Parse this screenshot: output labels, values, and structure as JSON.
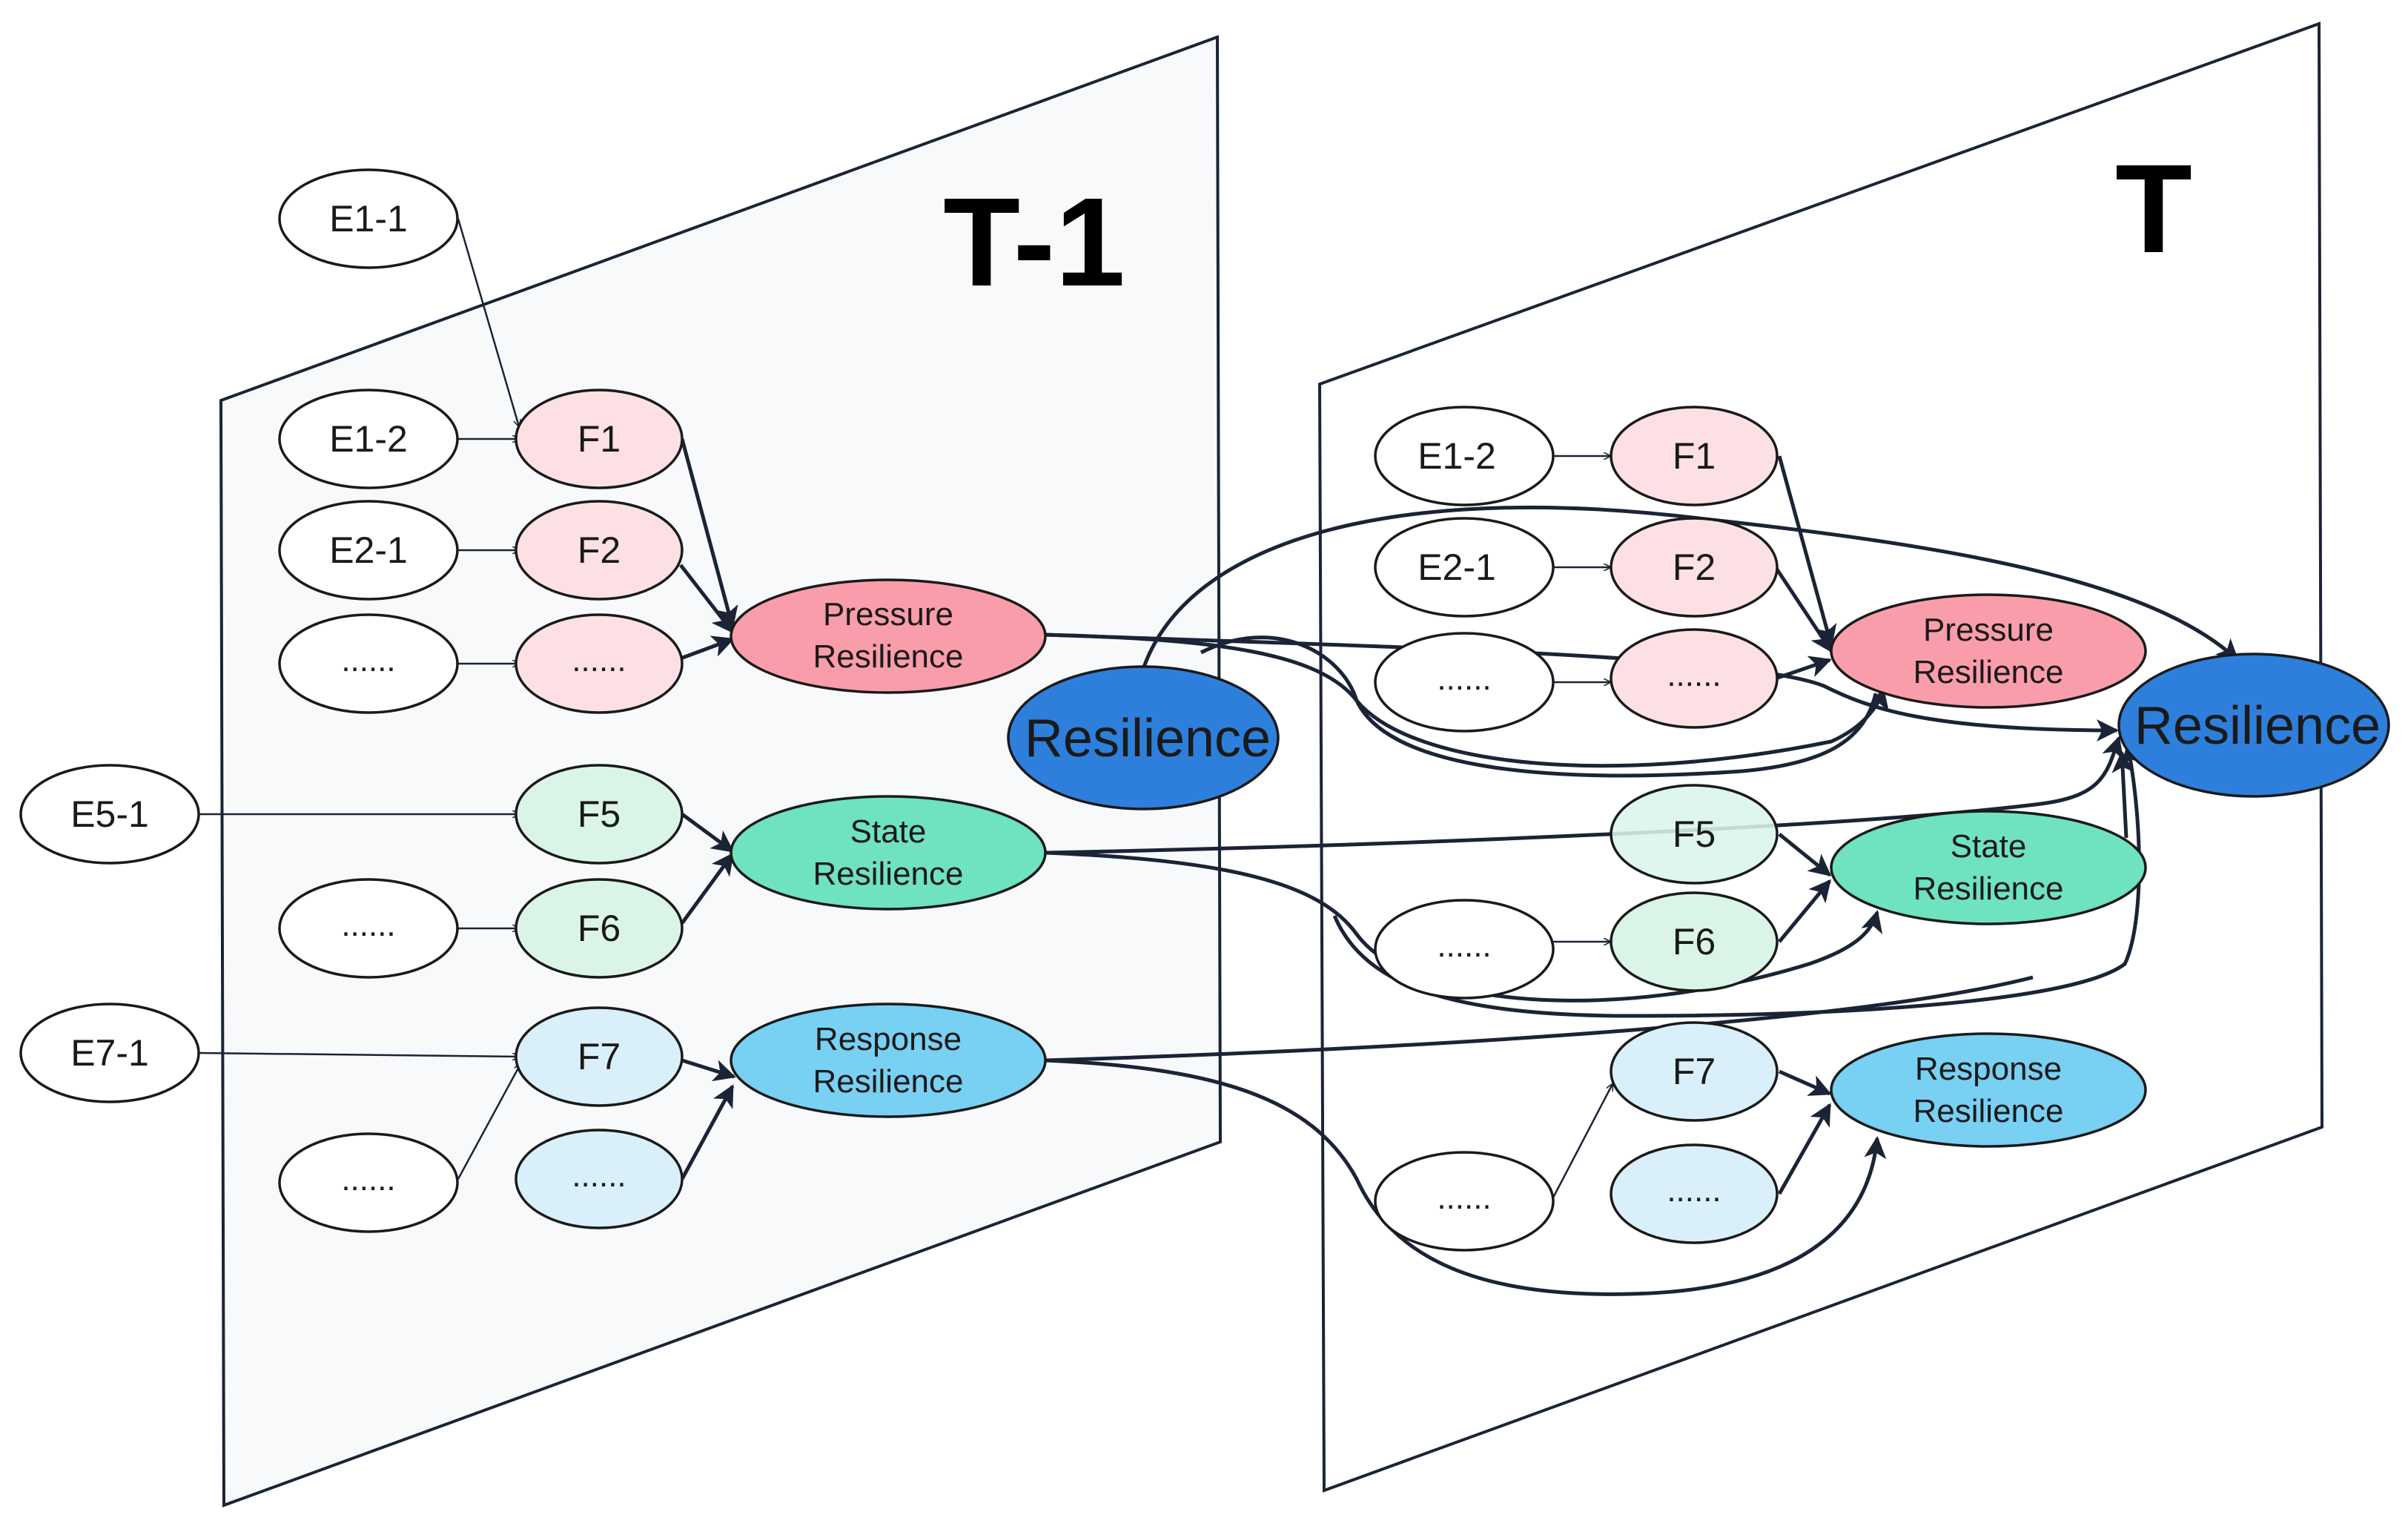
{
  "colors": {
    "panel_t1_fill": "#f8f9fb",
    "panel_t_fill": "#ffffff",
    "pressure_f": "#fde0e4",
    "pressure_r": "#fa9dab",
    "state_f": "#daf5e8",
    "state_r": "#6fe2bf",
    "response_f": "#d9eff9",
    "response_r": "#78d0f3",
    "resilience": "#2d7fdb",
    "plain": "#ffffff"
  },
  "panels": {
    "t_minus_1": {
      "title": "T-1"
    },
    "t": {
      "title": "T"
    }
  },
  "nodes": {
    "a_e11": {
      "label": "E1-1"
    },
    "a_e12": {
      "label": "E1-2"
    },
    "a_e21": {
      "label": "E2-1"
    },
    "a_edots": {
      "label": "......"
    },
    "a_f1": {
      "label": "F1"
    },
    "a_f2": {
      "label": "F2"
    },
    "a_fdots": {
      "label": "......"
    },
    "a_pressure": {
      "label_line1": "Pressure",
      "label_line2": "Resilience"
    },
    "e51": {
      "label": "E5-1"
    },
    "a_f5": {
      "label": "F5"
    },
    "a_sdots": {
      "label": "......"
    },
    "a_f6": {
      "label": "F6"
    },
    "a_state": {
      "label_line1": "State",
      "label_line2": "Resilience"
    },
    "e71": {
      "label": "E7-1"
    },
    "a_f7": {
      "label": "F7"
    },
    "a_rdots": {
      "label": "......"
    },
    "a_f8dots": {
      "label": "......"
    },
    "a_response": {
      "label_line1": "Response",
      "label_line2": "Resilience"
    },
    "a_resilience": {
      "label": "Resilience"
    },
    "b_e12": {
      "label": "E1-2"
    },
    "b_e21": {
      "label": "E2-1"
    },
    "b_edots": {
      "label": "......"
    },
    "b_f1": {
      "label": "F1"
    },
    "b_f2": {
      "label": "F2"
    },
    "b_fdots": {
      "label": "......"
    },
    "b_pressure": {
      "label_line1": "Pressure",
      "label_line2": "Resilience"
    },
    "b_f5": {
      "label": "F5"
    },
    "b_sdots": {
      "label": "......"
    },
    "b_f6": {
      "label": "F6"
    },
    "b_state": {
      "label_line1": "State",
      "label_line2": "Resilience"
    },
    "b_f7": {
      "label": "F7"
    },
    "b_rdots": {
      "label": "......"
    },
    "b_f8dots": {
      "label": "......"
    },
    "b_response": {
      "label_line1": "Response",
      "label_line2": "Resilience"
    },
    "b_resilience": {
      "label": "Resilience"
    }
  }
}
